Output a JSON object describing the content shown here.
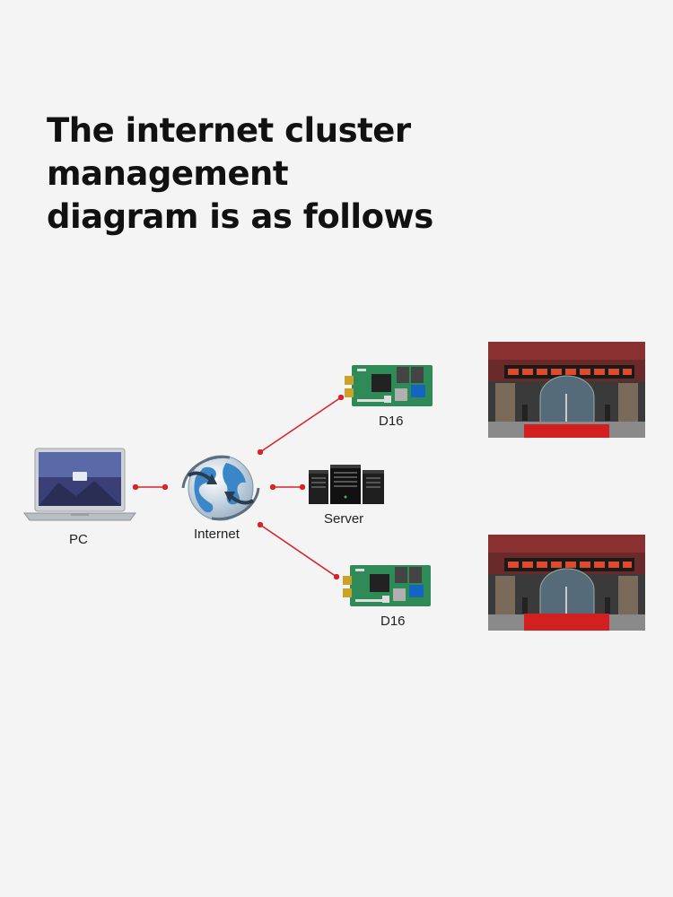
{
  "title": {
    "line1": "The internet cluster management",
    "line2": "diagram is as follows"
  },
  "nodes": {
    "pc": {
      "label": "PC"
    },
    "internet": {
      "label": "Internet"
    },
    "server": {
      "label": "Server"
    },
    "controller_top": {
      "label": "D16"
    },
    "controller_bottom": {
      "label": "D16"
    }
  },
  "colors": {
    "background": "#f4f4f4",
    "connector": "#d8232a",
    "board": "#2e8b57",
    "led_text": "#e04a2a"
  },
  "icons": [
    "laptop-icon",
    "globe-icon",
    "server-icon",
    "controller-board-icon",
    "storefront-photo"
  ]
}
